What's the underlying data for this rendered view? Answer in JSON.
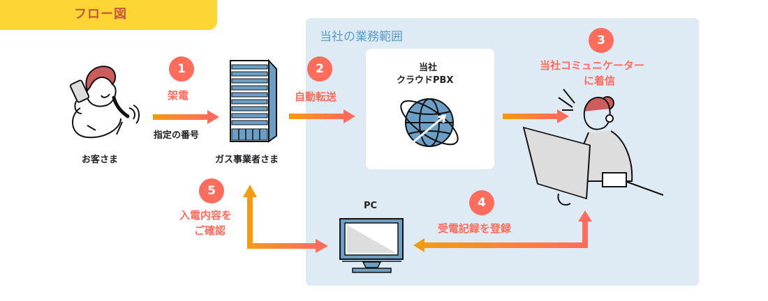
{
  "header": {
    "title": "フロー図"
  },
  "scope": {
    "title": "当社の業務範囲"
  },
  "actors": {
    "customer": {
      "label": "お客さま",
      "icon": "person-on-phone-icon"
    },
    "gas_company": {
      "label": "ガス事業者さま",
      "icon": "office-building-icon"
    },
    "cloud_pbx": {
      "label_line1": "当社",
      "label_line2": "クラウドPBX",
      "icon": "globe-network-icon"
    },
    "communicator": {
      "icon": "operator-with-headset-icon"
    },
    "pc": {
      "label": "PC",
      "icon": "monitor-icon"
    }
  },
  "steps": [
    {
      "number": "1",
      "label": "架電",
      "sublabel": "指定の番号"
    },
    {
      "number": "2",
      "label": "自動転送"
    },
    {
      "number": "3",
      "label_line1": "当社コミュニケーター",
      "label_line2": "に着信"
    },
    {
      "number": "4",
      "label": "受電記録を登録"
    },
    {
      "number": "5",
      "label_line1": "入電内容を",
      "label_line2": "ご確認"
    }
  ],
  "colors": {
    "accent_red": "#fe6c5c",
    "arrow_start": "#f39c12",
    "arrow_end": "#fe6c5c",
    "tab_yellow": "#fdd535",
    "scope_blue": "#deebf4",
    "icon_blue": "#6b9fc6"
  }
}
